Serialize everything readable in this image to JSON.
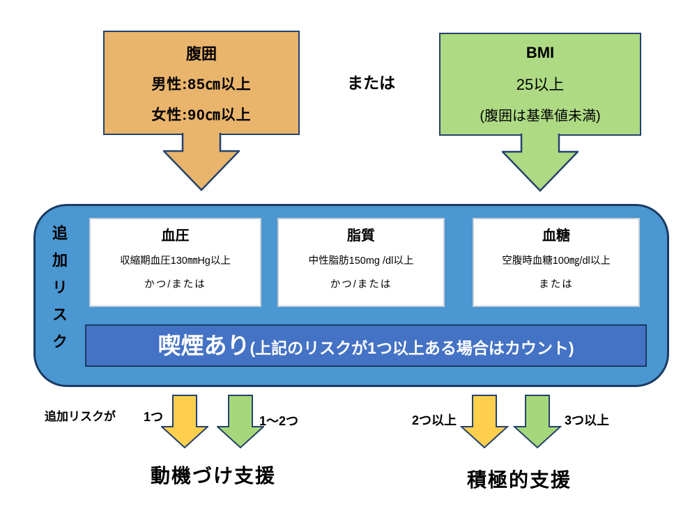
{
  "colors": {
    "waist_box_fill": "#E9B46C",
    "bmi_box_fill": "#AEDA84",
    "panel_fill": "#4A97D2",
    "smoking_bar_fill": "#4472C4",
    "gold_arrow_fill": "#FFCF4D",
    "green_arrow_fill": "#A6D77A",
    "outline": "#24426B"
  },
  "top_section": {
    "waist_box": {
      "title": "腹囲",
      "male_line": "男性:85㎝以上",
      "female_line": "女性:90㎝以上"
    },
    "or_label": "または",
    "bmi_box": {
      "title": "BMI",
      "value_line": "25以上",
      "note_line": "(腹囲は基準値未満)"
    }
  },
  "risk_panel": {
    "side_label": "追加リスク",
    "risk_boxes": [
      {
        "title": "血圧",
        "criteria": "収縮期血圧130㎜Hg以上",
        "connector": "かつ/または"
      },
      {
        "title": "脂質",
        "criteria": "中性脂肪150mg /dl以上",
        "connector": "かつ/または"
      },
      {
        "title": "血糖",
        "criteria": "空腹時血糖100㎎/dl以上",
        "connector": "または"
      }
    ],
    "smoking_bar": {
      "main_text": "喫煙あり",
      "note_text": "(上記のリスクが1つ以上ある場合はカウント)"
    }
  },
  "bottom_section": {
    "lead_label": "追加リスクが",
    "motivational": {
      "gold_arrow_label": "1つ",
      "green_arrow_label": "1〜2つ",
      "outcome": "動機づけ支援"
    },
    "active": {
      "gold_arrow_label": "2つ以上",
      "green_arrow_label": "3つ以上",
      "outcome": "積極的支援"
    }
  }
}
